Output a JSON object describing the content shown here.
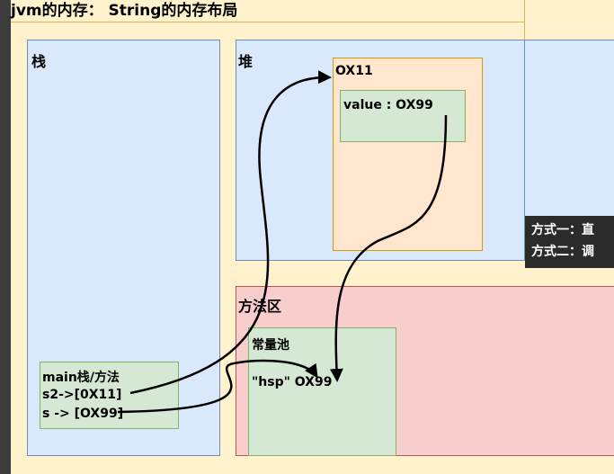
{
  "title": "jvm的内存： String的内存布局",
  "stack": {
    "label": "栈",
    "frame": {
      "label": "main栈/方法",
      "lines": [
        "s2->[0X11]",
        "s -> [OX99]"
      ]
    }
  },
  "heap": {
    "label": "堆",
    "object": {
      "label": "OX11",
      "field": "value : OX99"
    }
  },
  "method_area": {
    "label": "方法区",
    "pool": {
      "label": "常量池",
      "entry": "\"hsp\" OX99"
    }
  },
  "tip": {
    "lines": [
      "方式一：直",
      "方式二：调"
    ]
  },
  "colors": {
    "background": "#fff2cc",
    "stack_fill": "#dae8fc",
    "heap_object_fill": "#ffe6cc",
    "green_fill": "#d5e8d4",
    "method_area_fill": "#f8cecc",
    "arrow": "#000000"
  }
}
